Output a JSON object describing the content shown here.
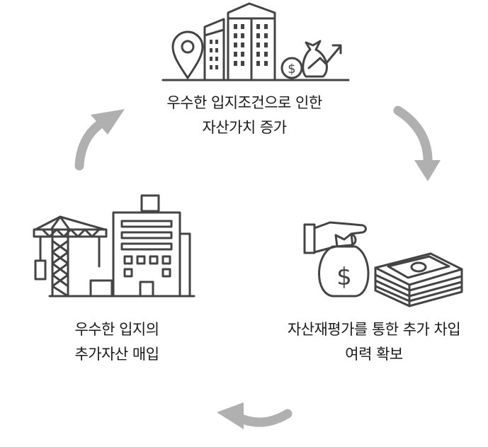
{
  "steps": [
    {
      "id": "asset-value-increase",
      "lines": [
        "우수한 입지조건으로 인한",
        "자산가치 증가"
      ]
    },
    {
      "id": "revaluation-capacity",
      "lines": [
        "자산재평가를 통한 추가 차입",
        "여력 확보"
      ]
    },
    {
      "id": "additional-acquisition",
      "lines": [
        "우수한 입지의",
        "추가자산 매입"
      ]
    }
  ],
  "icons": [
    "location-pin-buildings-money-growth-icon",
    "money-bag-hand-cash-stack-icon",
    "crane-building-construction-icon"
  ],
  "colors": {
    "text": "#1a1a1a",
    "icon": "#444444",
    "arrow": "#b0b0b0"
  }
}
